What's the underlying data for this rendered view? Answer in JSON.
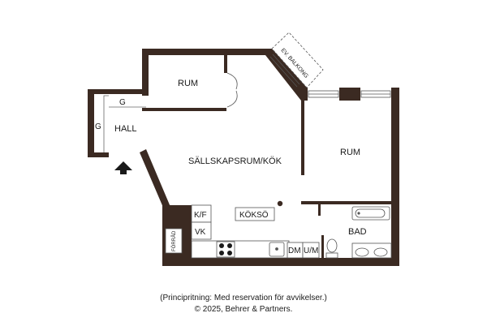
{
  "plan": {
    "rooms": {
      "rum_top": "RUM",
      "rum_right": "RUM",
      "hall": "HALL",
      "living": "SÄLLSKAPSRUM/KÖK",
      "bad": "BAD",
      "balcony": "EV. BALKONG"
    },
    "fixtures": {
      "g1": "G",
      "g2": "G",
      "kf": "K/F",
      "vk": "VK",
      "kokso": "KÖKSÖ",
      "dm": "DM",
      "um": "U/M",
      "forrad": "FÖRRÅD"
    },
    "colors": {
      "wall": "#3b2a22",
      "line": "#555555"
    }
  },
  "footer": {
    "line1": "(Principritning: Med reservation för avvikelser.)",
    "line2": "© 2025, Behrer & Partners."
  }
}
